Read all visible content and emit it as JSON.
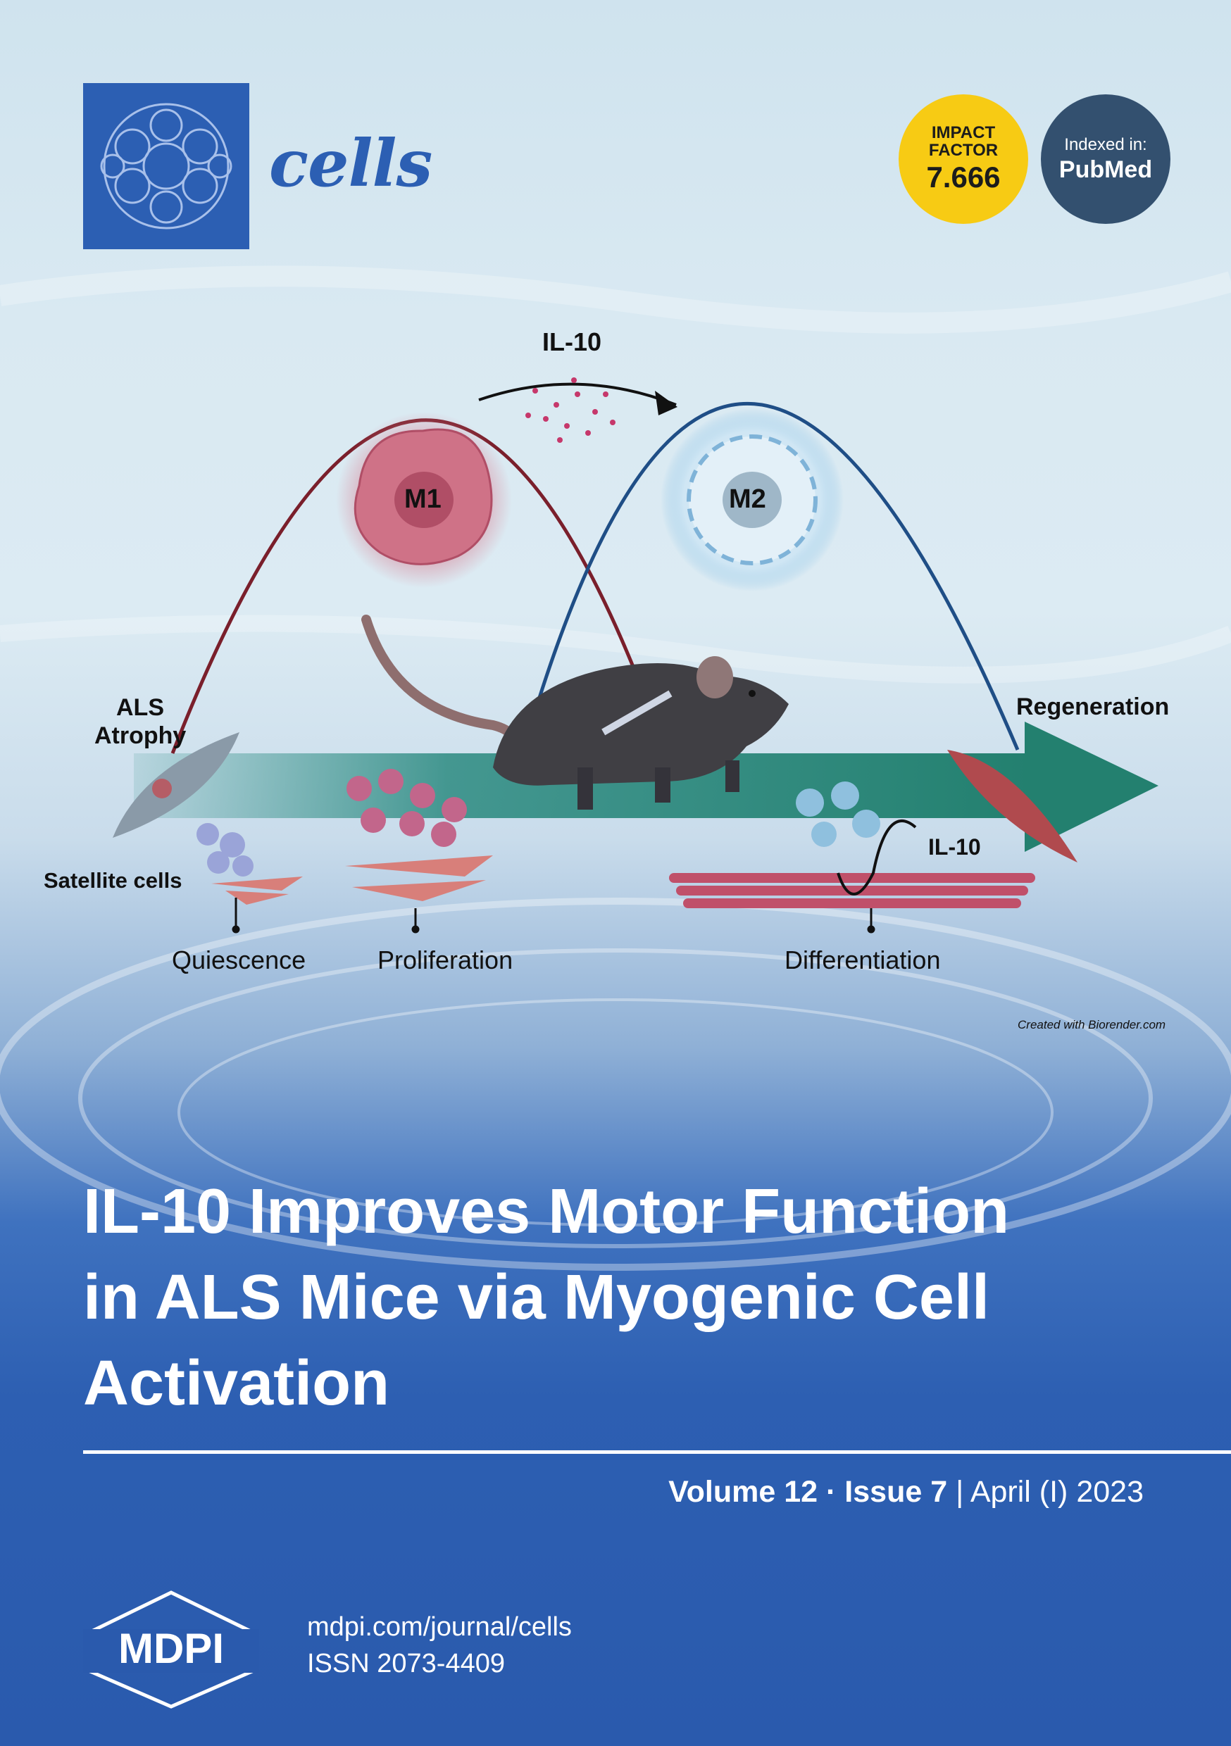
{
  "journal": {
    "name": "cells",
    "brand_color": "#2c5fb3"
  },
  "badges": {
    "impact_factor": {
      "line1": "IMPACT",
      "line2": "FACTOR",
      "value": "7.666",
      "color": "#f7cb14"
    },
    "indexed": {
      "line1": "Indexed in:",
      "line2": "PubMed",
      "color": "#33506f"
    }
  },
  "figure": {
    "il10_top": "IL-10",
    "m1": "M1",
    "m2": "M2",
    "als_line1": "ALS",
    "als_line2": "Atrophy",
    "regeneration": "Regeneration",
    "satellite_cells": "Satellite cells",
    "il10_bottom": "IL-10",
    "quiescence": "Quiescence",
    "proliferation": "Proliferation",
    "differentiation": "Differentiation",
    "credit": "Created with Biorender.com"
  },
  "article": {
    "title_line1": "IL-10 Improves Motor Function",
    "title_line2": "in ALS Mice via Myogenic Cell",
    "title_line3": "Activation"
  },
  "issue": {
    "volume": "Volume 12",
    "sep": "·",
    "issue": "Issue 7",
    "bar": "|",
    "date": "April (I) 2023"
  },
  "footer": {
    "publisher": "MDPI",
    "url": "mdpi.com/journal/cells",
    "issn": "ISSN 2073-4409"
  }
}
